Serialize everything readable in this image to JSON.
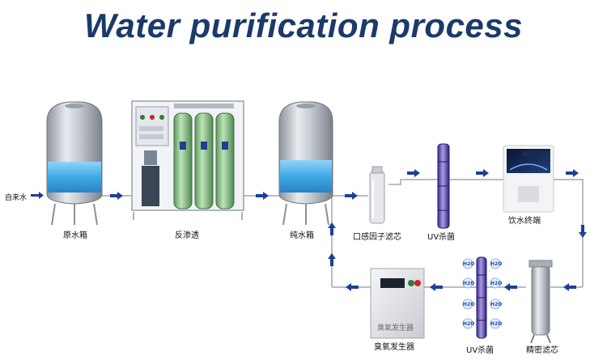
{
  "title": "Water purification process",
  "labels": {
    "tap_water": "自来水",
    "raw_tank": "原水箱",
    "reverse_osmosis": "反渗透",
    "pure_tank": "纯水箱",
    "taste_filter": "口感因子滤芯",
    "uv_top": "UV杀菌",
    "dispenser": "饮水终端",
    "precision_filter": "精密滤芯",
    "uv_bottom": "UV杀菌",
    "ozone_generator": "臭氧发生器",
    "ozone_plate": "臭氧发生器"
  },
  "h2o_badges": [
    "H2O",
    "H2O",
    "H2O",
    "H2O",
    "H2O",
    "H2O",
    "H2O",
    "H2O"
  ],
  "colors": {
    "title": "#1b3a6b",
    "pipe": "#b8bdc6",
    "arrow": "#1f3f96",
    "water": "#3fa9e6"
  }
}
